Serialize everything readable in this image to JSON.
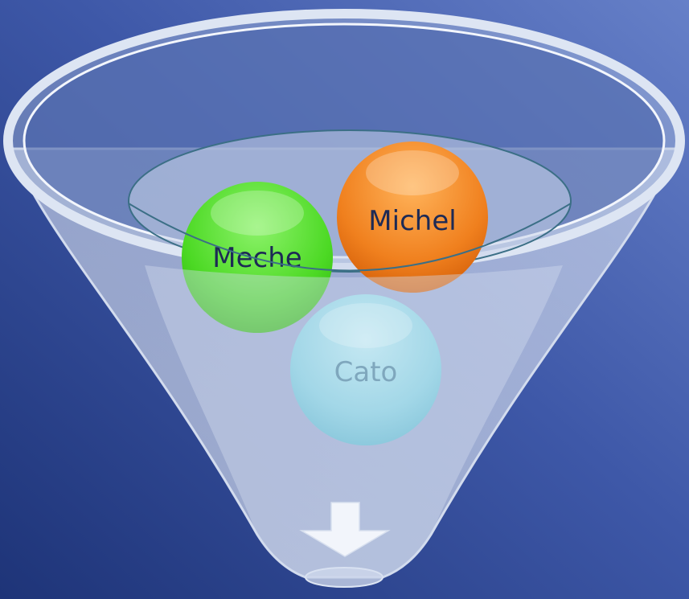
{
  "diagram": {
    "type": "funnel",
    "items": [
      {
        "label": "Michel",
        "color": "#f0801e",
        "text_color": "#1d2a55"
      },
      {
        "label": "Meche",
        "color": "#4cd924",
        "text_color": "#1d2a55"
      },
      {
        "label": "Cato",
        "color": "#9fdbe9",
        "text_color": "#7fa7bd"
      }
    ],
    "colors": {
      "background_dark": "#1e3478",
      "background_light": "#6680c8",
      "funnel": "#c3cfe4",
      "arrow": "#f2f5fb"
    },
    "icons": [
      "down-arrow-icon"
    ]
  }
}
